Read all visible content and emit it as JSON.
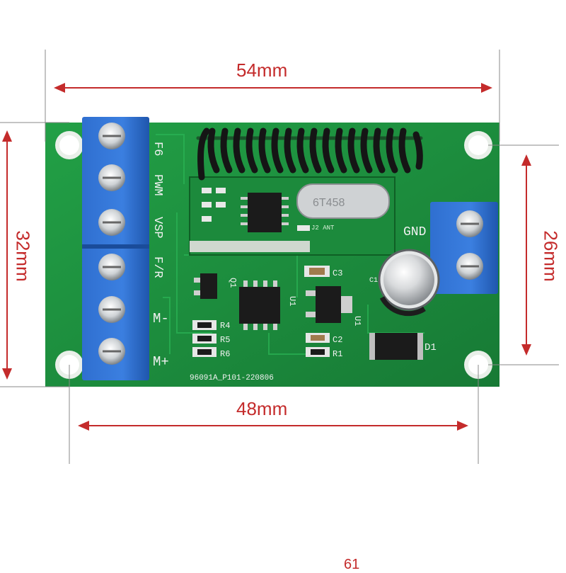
{
  "dimensions": {
    "width_top": "54mm",
    "height_left": "32mm",
    "height_right": "26mm",
    "width_bottom": "48mm"
  },
  "terminal_labels": [
    "F6",
    "PWM",
    "VSP",
    "F/R",
    "M-",
    "M+"
  ],
  "gnd_label": "GND",
  "board_code": "96091A_P101-220806",
  "component_labels": {
    "q1": "Q1",
    "u1a": "U1",
    "u1b": "U1",
    "r4": "R4",
    "r5": "R5",
    "r6": "R6",
    "c2": "C2",
    "c3": "C3",
    "r1": "R1",
    "d1": "D1",
    "c1": "C1",
    "crystal": "6T458",
    "module_pin": "J2 ANT"
  },
  "bottom_fragment": "61",
  "colors": {
    "pcb": "#1f8f3f",
    "terminal": "#2f6fd0",
    "dimension": "#c42b2b",
    "antenna": "#151515"
  }
}
